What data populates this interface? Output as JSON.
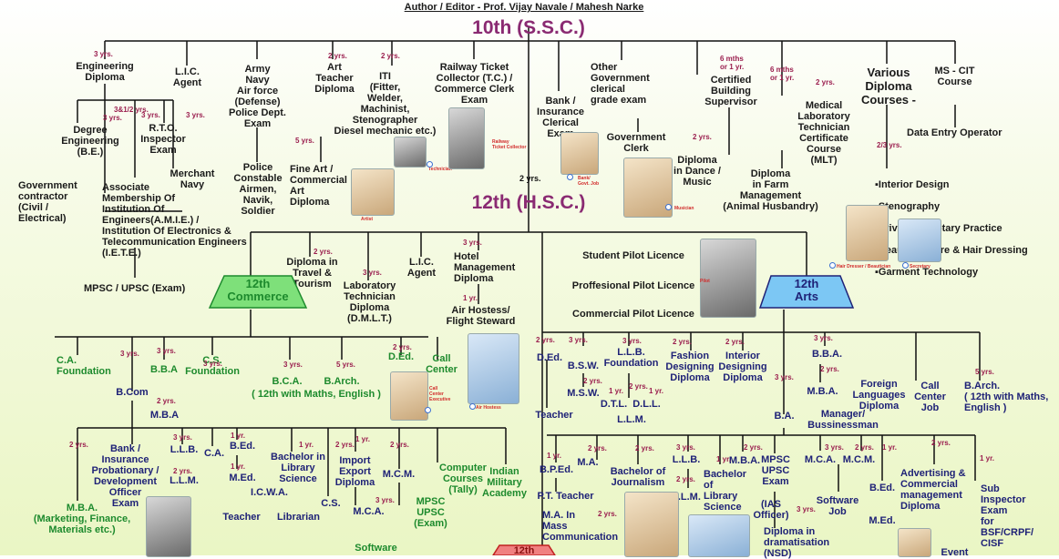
{
  "header": {
    "author_line": "Author / Editor - Prof. Vijay Navale / Mahesh Narke"
  },
  "stages": {
    "ssc": "10th (S.S.C.)",
    "hsc": "12th (H.S.C.)",
    "commerce": "12th\nCommerce",
    "arts": "12th\nArts",
    "science_partial": "12th"
  },
  "after_10th": {
    "engineering_diploma": "Engineering\nDiploma",
    "lic_agent": "L.I.C.\nAgent",
    "army": "Army\nNavy\nAir force\n(Defense)\nPolice Dept.\nExam",
    "art_teacher": "Art\nTeacher\nDiploma",
    "iti": "ITI\n(Fitter,\nWelder,\nMachinist,\nStenographer\nDiesel mechanic etc.)",
    "railway": "Railway Ticket\nCollector (T.C.) /\nCommerce Clerk\nExam",
    "bank": "Bank /\nInsurance\nClerical\nExam",
    "govt_clerical": "Other\nGovernment\nclerical\ngrade exam",
    "govt_clerk": "Government\nClerk",
    "building_supervisor": "Certified\nBuilding\nSupervisor",
    "dance": "Diploma\nin Dance /\nMusic",
    "mlt": "Medical\nLaboratory\nTechnician\nCertificate\nCourse\n(MLT)",
    "farm": "Diploma\nin Farm\nManagement\n(Animal Husbandry)",
    "various": "Various\nDiploma\nCourses -",
    "mscit": "MS - CIT\nCourse",
    "data_entry": "Data Entry Operator",
    "degree_engineering": "Degree\nEngineering\n(B.E.)",
    "rto": "R.T.O.\nInspector\nExam",
    "merchant_navy": "Merchant\nNavy",
    "govt_contractor": "Government\ncontractor\n(Civil /\nElectrical)",
    "amie": "Associate\nMembership Of\nInstitution Of\nEngineers(A.M.I.E.) /\nInstitution Of Electronics &\nTelecommunication Engineers\n(I.E.T.E.)",
    "police_constable": "Police\nConstable\nAirmen,\nNavik,\nSoldier",
    "fine_art": "Fine Art /\nCommercial\nArt\nDiploma",
    "mpsc": "MPSC / UPSC (Exam)",
    "diploma_list": [
      "Interior Design",
      "Stenography",
      "Private Secretary Practice",
      "Beauty Culture & Hair Dressing",
      "Garment Technology"
    ]
  },
  "after_12th": {
    "travel": "Diploma in\nTravel &\nTourism",
    "dmlt": "Laboratory\nTechnician\nDiploma\n(D.M.L.T.)",
    "lic_agent": "L.I.C.\nAgent",
    "hotel": "Hotel\nManagement\nDiploma",
    "air_hostess": "Air Hostess/\nFlight Steward",
    "pilot1": "Student Pilot Licence",
    "pilot2": "Proffesional Pilot Licence",
    "pilot3": "Commercial Pilot Licence"
  },
  "commerce": {
    "ca_foundation": "C.A.\nFoundation",
    "bba": "B.B.A",
    "cs_foundation": "C.S.\nFoundation",
    "bca": "B.C.A.",
    "barch": "B.Arch.",
    "bca_note": "( 12th with Maths, English )",
    "ded": "D.Ed.",
    "call_center": "Call\nCenter",
    "bcom": "B.Com",
    "mba": "M.B.A",
    "bank_po": "Bank /\nInsurance\nProbationary /\nDevelopment\nOfficer\nExam",
    "llb": "L.L.B.",
    "llm": "L.L.M.",
    "ca": "C.A.",
    "bed": "B.Ed.",
    "med": "M.Ed.",
    "icwa": "I.C.W.A.",
    "teacher": "Teacher",
    "blib": "Bachelor in\nLibrary\nScience",
    "librarian": "Librarian",
    "cs": "C.S.",
    "export": "Import\nExport\nDiploma",
    "mcm": "M.C.M.",
    "mca": "M.C.A.",
    "computer": "Computer\nCourses\n(Tally)",
    "mpsc": "MPSC\nUPSC\n(Exam)",
    "military": "Indian\nMilitary\nAcademy",
    "software": "Software",
    "mba_mkt": "M.B.A.\n(Marketing, Finance,\nMaterials etc.)"
  },
  "arts": {
    "ded": "D.Ed.",
    "teacher": "Teacher",
    "bsw": "B.S.W.",
    "msw": "M.S.W.",
    "llb_foundation": "L.L.B.\nFoundation",
    "dtl": "D.T.L.",
    "dll": "D.L.L.",
    "llm": "L.L.M.",
    "fashion": "Fashion\nDesigning\nDiploma",
    "interior": "Interior\nDesigning\nDiploma",
    "ba": "B.A.",
    "bba": "B.B.A.",
    "mba": "M.B.A.",
    "manager": "Manager/\nBussinessman",
    "foreign": "Foreign\nLanguages\nDiploma",
    "call_center": "Call\nCenter\nJob",
    "barch": "B.Arch.\n( 12th with Maths,\nEnglish )",
    "bped": "B.P.Ed.",
    "pt_teacher": "P.T. Teacher",
    "ma": "M.A.",
    "mass_comm": "M.A. In\nMass\nCommunication",
    "journalism": "Bachelor of\nJournalism",
    "llb": "L.L.B.",
    "blib": "Bachelor\nof\nLibrary\nScience",
    "mba2": "M.B.A.",
    "mpsc": "MPSC\nUPSC\nExam",
    "ias": "(IAS\nOfficer)",
    "drama": "Diploma in\ndramatisation\n(NSD)",
    "mca": "M.C.A.",
    "mcm": "M.C.M.",
    "software": "Software\nJob",
    "bed": "B.Ed.",
    "med": "M.Ed.",
    "advertising": "Advertising &\nCommercial\nmanagement\nDiploma",
    "sub_inspector": "Sub\nInspector\nExam\nfor\nBSF/CRPF/\nCISF",
    "event": "Event"
  },
  "durations": {
    "y3": "3 yrs.",
    "y2": "2 yrs.",
    "y1": "1 yr.",
    "y5": "5 yrs.",
    "y3half": "3&1/2 yrs.",
    "y23": "2/3 yrs.",
    "m6": "6 mths\nor 1 yr.",
    "y2short": "2 yrs."
  },
  "photo_captions": {
    "technician": "Technician",
    "railway": "Railway\nTicket Collector",
    "bank": "Bank/\nGovt. Job",
    "musician": "Musician",
    "artist": "Artist",
    "hair": "Hair Dresser / Beautician",
    "secretary": "Secretary",
    "pilot": "Pilot",
    "call_center": "Call\nCenter\nExecutive",
    "air_hostess": "Air Hostess"
  },
  "colors": {
    "ssc": "#8a2a72",
    "commerce": "#1d8a2d",
    "arts": "#1f2277",
    "duration": "#9a1e4e",
    "commerce_box": "#7ee07a",
    "arts_box": "#7cc7f4"
  }
}
